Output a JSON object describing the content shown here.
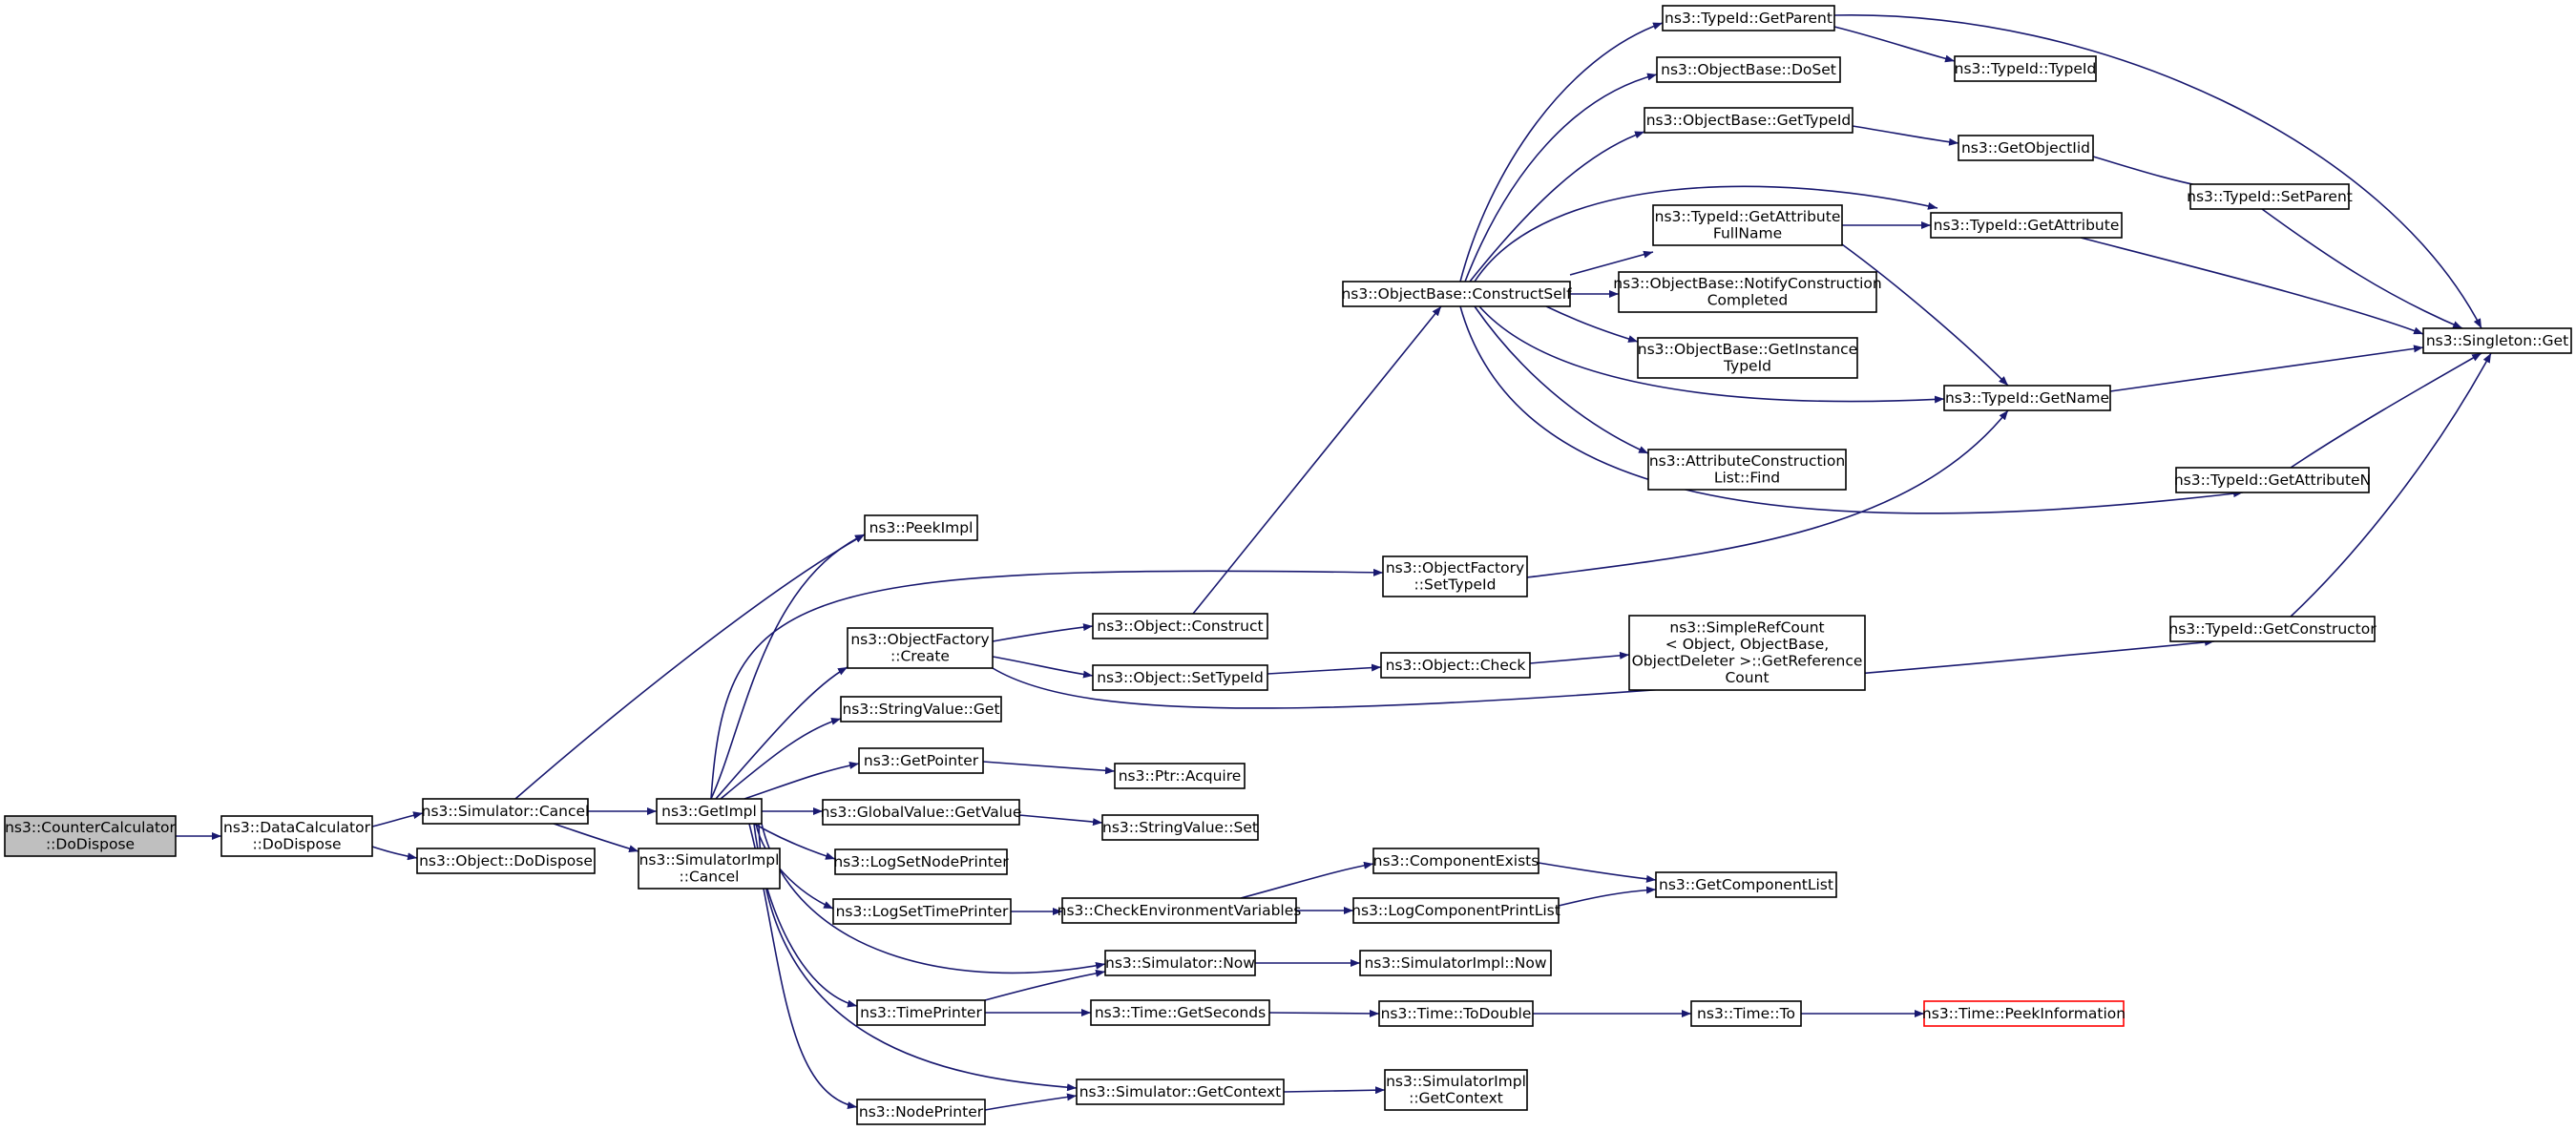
{
  "colors": {
    "edge": "#191970",
    "root_fill": "#bfbfbf",
    "warn_border": "#ff0000",
    "node_border": "#000000"
  },
  "nodes": [
    {
      "id": "n0",
      "lines": [
        "ns3::CounterCalculator",
        "::DoDispose"
      ],
      "style": "root"
    },
    {
      "id": "n1",
      "lines": [
        "ns3::DataCalculator",
        "::DoDispose"
      ]
    },
    {
      "id": "n2",
      "lines": [
        "ns3::Simulator::Cancel"
      ]
    },
    {
      "id": "n3",
      "lines": [
        "ns3::Object::DoDispose"
      ]
    },
    {
      "id": "n4",
      "lines": [
        "ns3::GetImpl"
      ]
    },
    {
      "id": "n5",
      "lines": [
        "ns3::SimulatorImpl",
        "::Cancel"
      ]
    },
    {
      "id": "n6",
      "lines": [
        "ns3::PeekImpl"
      ]
    },
    {
      "id": "n7",
      "lines": [
        "ns3::ObjectFactory",
        "::Create"
      ]
    },
    {
      "id": "n8",
      "lines": [
        "ns3::StringValue::Get"
      ]
    },
    {
      "id": "n9",
      "lines": [
        "ns3::GetPointer"
      ]
    },
    {
      "id": "n10",
      "lines": [
        "ns3::GlobalValue::GetValue"
      ]
    },
    {
      "id": "n11",
      "lines": [
        "ns3::LogSetNodePrinter"
      ]
    },
    {
      "id": "n12",
      "lines": [
        "ns3::LogSetTimePrinter"
      ]
    },
    {
      "id": "n13",
      "lines": [
        "ns3::TimePrinter"
      ]
    },
    {
      "id": "n14",
      "lines": [
        "ns3::NodePrinter"
      ]
    },
    {
      "id": "n15",
      "lines": [
        "ns3::Object::Construct"
      ]
    },
    {
      "id": "n16",
      "lines": [
        "ns3::Object::SetTypeId"
      ]
    },
    {
      "id": "n17",
      "lines": [
        "ns3::Ptr::Acquire"
      ]
    },
    {
      "id": "n18",
      "lines": [
        "ns3::StringValue::Set"
      ]
    },
    {
      "id": "n19",
      "lines": [
        "ns3::CheckEnvironmentVariables"
      ]
    },
    {
      "id": "n20",
      "lines": [
        "ns3::Simulator::Now"
      ]
    },
    {
      "id": "n21",
      "lines": [
        "ns3::Time::GetSeconds"
      ]
    },
    {
      "id": "n22",
      "lines": [
        "ns3::Simulator::GetContext"
      ]
    },
    {
      "id": "n23",
      "lines": [
        "ns3::ObjectBase::ConstructSelf"
      ]
    },
    {
      "id": "n24",
      "lines": [
        "ns3::ObjectFactory",
        "::SetTypeId"
      ]
    },
    {
      "id": "n25",
      "lines": [
        "ns3::Object::Check"
      ]
    },
    {
      "id": "n26",
      "lines": [
        "ns3::ComponentExists"
      ]
    },
    {
      "id": "n27",
      "lines": [
        "ns3::LogComponentPrintList"
      ]
    },
    {
      "id": "n28",
      "lines": [
        "ns3::SimulatorImpl::Now"
      ]
    },
    {
      "id": "n29",
      "lines": [
        "ns3::Time::ToDouble"
      ]
    },
    {
      "id": "n30",
      "lines": [
        "ns3::SimulatorImpl",
        "::GetContext"
      ]
    },
    {
      "id": "n31",
      "lines": [
        "ns3::TypeId::GetParent"
      ]
    },
    {
      "id": "n32",
      "lines": [
        "ns3::ObjectBase::DoSet"
      ]
    },
    {
      "id": "n33",
      "lines": [
        "ns3::ObjectBase::GetTypeId"
      ]
    },
    {
      "id": "n34",
      "lines": [
        "ns3::TypeId::GetAttribute",
        "FullName"
      ]
    },
    {
      "id": "n35",
      "lines": [
        "ns3::ObjectBase::NotifyConstruction",
        "Completed"
      ]
    },
    {
      "id": "n36",
      "lines": [
        "ns3::ObjectBase::GetInstance",
        "TypeId"
      ]
    },
    {
      "id": "n37",
      "lines": [
        "ns3::AttributeConstruction",
        "List::Find"
      ]
    },
    {
      "id": "n38",
      "lines": [
        "ns3::SimpleRefCount",
        "< Object, ObjectBase,",
        "ObjectDeleter >::GetReference",
        "Count"
      ]
    },
    {
      "id": "n39",
      "lines": [
        "ns3::GetComponentList"
      ]
    },
    {
      "id": "n40",
      "lines": [
        "ns3::Time::To"
      ]
    },
    {
      "id": "n41",
      "lines": [
        "ns3::TypeId::TypeId"
      ]
    },
    {
      "id": "n42",
      "lines": [
        "ns3::GetObjectIid"
      ]
    },
    {
      "id": "n43",
      "lines": [
        "ns3::TypeId::GetAttribute"
      ]
    },
    {
      "id": "n44",
      "lines": [
        "ns3::TypeId::GetName"
      ]
    },
    {
      "id": "n45",
      "lines": [
        "ns3::TypeId::GetAttributeN"
      ]
    },
    {
      "id": "n46",
      "lines": [
        "ns3::TypeId::GetConstructor"
      ]
    },
    {
      "id": "n47",
      "lines": [
        "ns3::Time::PeekInformation"
      ],
      "style": "warn"
    },
    {
      "id": "n48",
      "lines": [
        "ns3::TypeId::SetParent"
      ]
    },
    {
      "id": "n49",
      "lines": [
        "ns3::Singleton::Get"
      ]
    }
  ]
}
